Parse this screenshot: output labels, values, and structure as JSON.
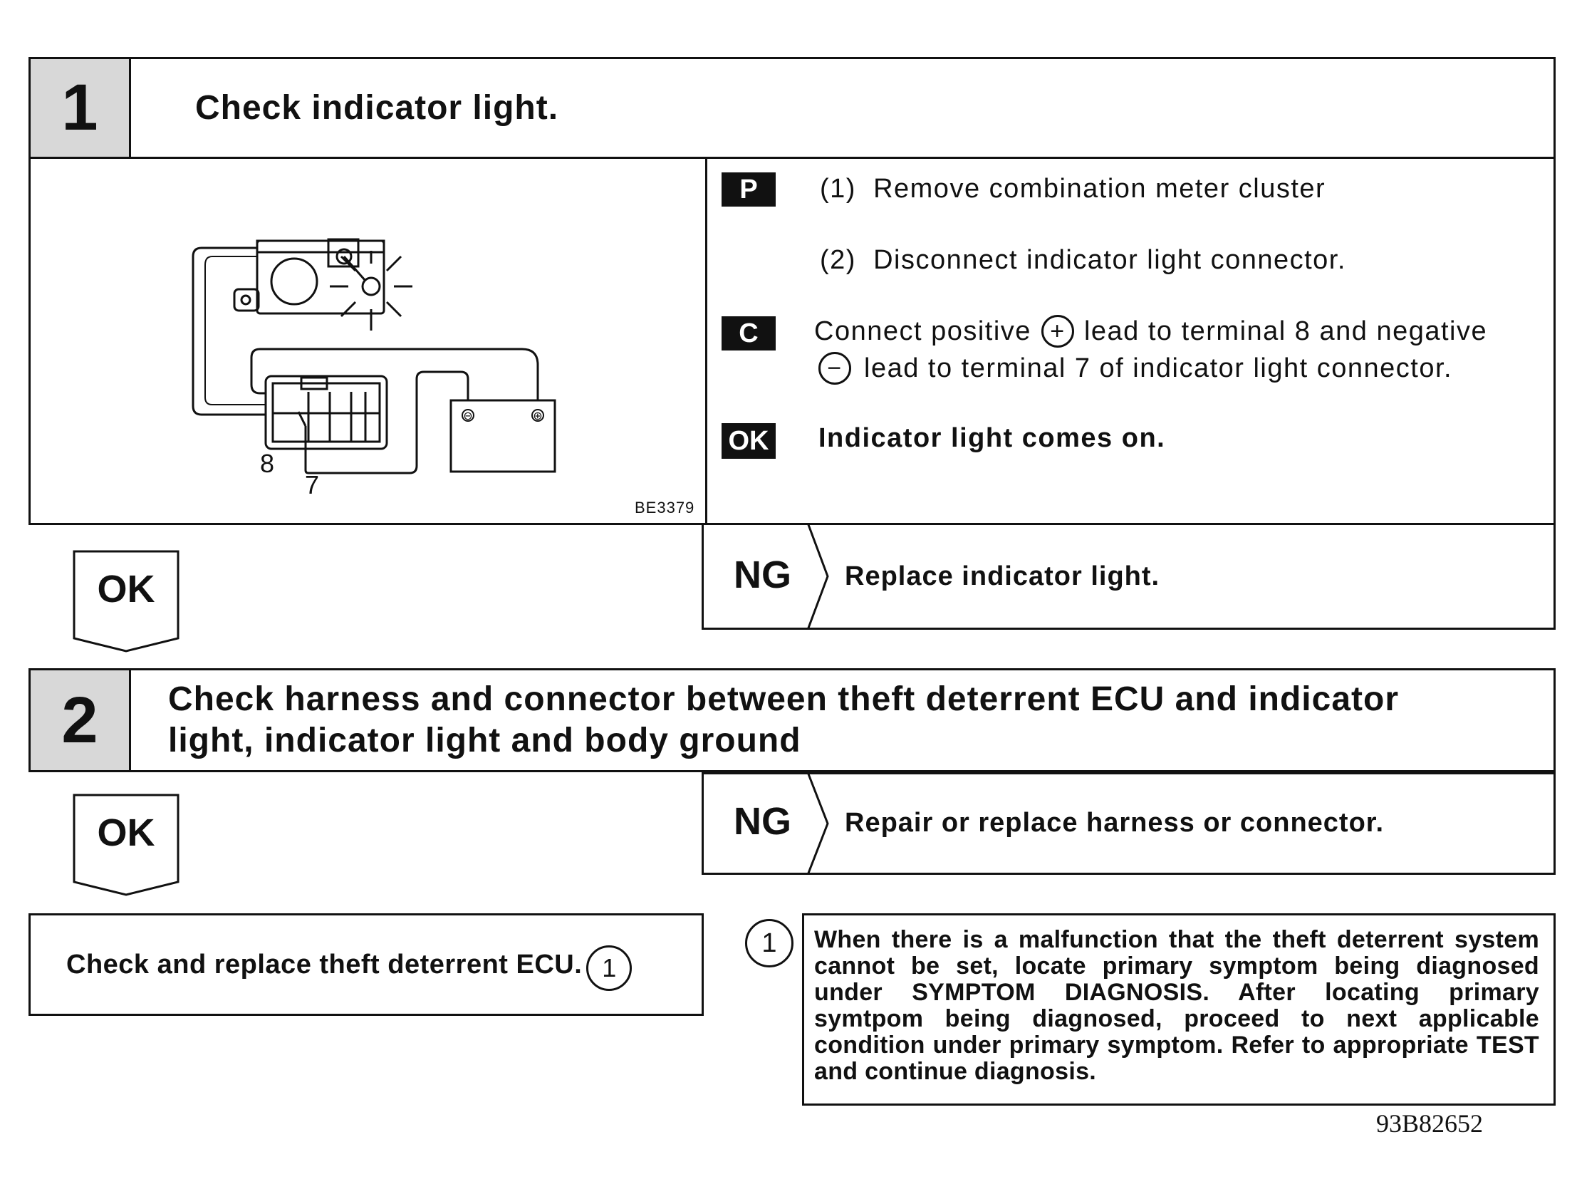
{
  "step1": {
    "number": "1",
    "title": "Check indicator light.",
    "figure_code": "BE3379",
    "terminal_8": "8",
    "terminal_7": "7",
    "prep_badge": "P",
    "prep_1_num": "(1)",
    "prep_1": "Remove combination meter cluster",
    "prep_2_num": "(2)",
    "prep_2": "Disconnect indicator light connector.",
    "check_badge": "C",
    "check_a": "Connect positive",
    "plus_symbol": "+",
    "check_b": "lead to terminal 8 and negative",
    "minus_symbol": "−",
    "check_c": "lead to terminal 7 of indicator light connector.",
    "ok_badge": "OK",
    "ok_text": "Indicator light comes on.",
    "ok_arrow": "OK",
    "ng_label": "NG",
    "ng_text": "Replace indicator light."
  },
  "step2": {
    "number": "2",
    "title_line1": "Check harness and connector between theft deterrent ECU and indicator",
    "title_line2": "light, indicator light and body ground",
    "ok_arrow": "OK",
    "ng_label": "NG",
    "ng_text": "Repair or replace harness or connector."
  },
  "final": {
    "text": "Check and replace theft deterrent ECU.",
    "ref": "1"
  },
  "note": {
    "ref": "1",
    "text": "When there is a malfunction that the theft deterrent system cannot be set, locate primary symptom being diagnosed under SYMPTOM DIAGNOSIS. After locating primary symtpom being diagnosed, proceed to next applicable condition under primary symptom. Refer to appropriate TEST and continue diagnosis."
  },
  "doc_code": "93B82652"
}
